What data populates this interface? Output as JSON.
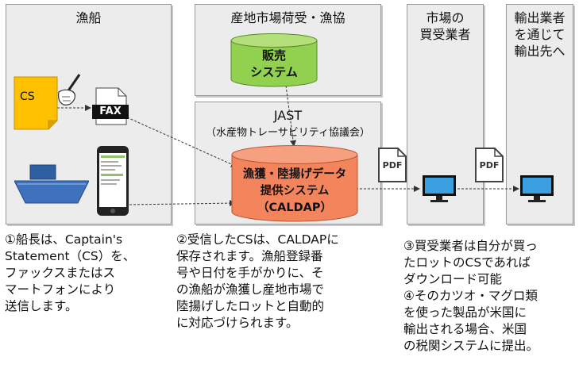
{
  "panels": {
    "fishing_vessel": {
      "title": "漁船"
    },
    "market_coop": {
      "title": "産地市場荷受・漁協"
    },
    "jast": {
      "title": "JAST",
      "subtitle": "（水産物トレーサビリティ協議会）"
    },
    "buyer": {
      "title": "市場の\n買受業者"
    },
    "exporter": {
      "title": "輸出業者\nを通じて\n輸出先へ"
    }
  },
  "systems": {
    "sales_system": {
      "label": "販売\nシステム",
      "color": "#92d050"
    },
    "caldap": {
      "label": "漁獲・陸揚げデータ\n提供システム\n（CALDAP）",
      "color": "#f4845c"
    }
  },
  "icons": {
    "cs_document": {
      "label": "CS",
      "color": "#ffc000"
    },
    "fax": {
      "label": "FAX"
    },
    "pdf_1": {
      "label": "PDF"
    },
    "pdf_2": {
      "label": "PDF"
    }
  },
  "notes": {
    "note1": "①船長は、Captain's\nStatement（CS）を、\nファックスまたはス\nマートフォンにより\n送信します。",
    "note2": "②受信したCSは、CALDAPに\n保存されます。漁船登録番\n号や日付を手がかりに、そ\nの漁船が漁獲し産地市場で\n陸揚げしたロットと自動的\nに対応づけられます。",
    "note3": "③買受業者は自分が買っ\nたロットのCSであれば\nダウンロード可能\n④そのカツオ・マグロ類\nを使った製品が米国に\n輸出される場合、米国\nの税関システムに提出。"
  }
}
